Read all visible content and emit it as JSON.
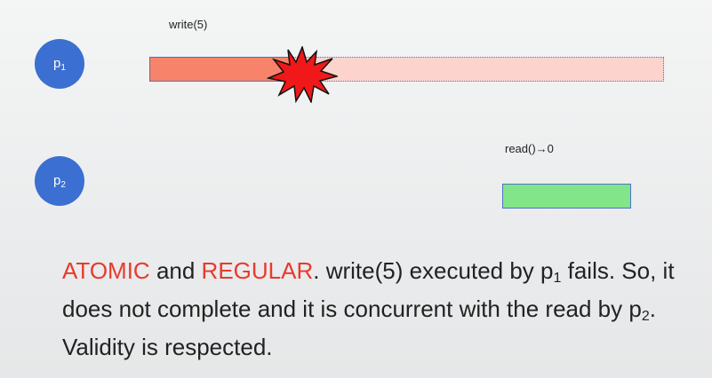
{
  "processes": {
    "p1": {
      "base": "p",
      "index": "1"
    },
    "p2": {
      "base": "p",
      "index": "2"
    }
  },
  "operations": {
    "write_label": "write(5)",
    "read_label": "read()→0"
  },
  "caption": {
    "kw1": "ATOMIC",
    "t1": " and ",
    "kw2": "REGULAR",
    "t2": ". write(5) executed by p",
    "sub1": "1",
    "t3": " fails. So, it does not complete and it is concurrent with the read by p",
    "sub2": "2",
    "t4": ". Validity is respected."
  },
  "colors": {
    "process_fill": "#3b6fd1",
    "write_done": "#f6836a",
    "write_pending": "#fcd3cd",
    "read_bar": "#83e58a",
    "crash_fill": "#f01818",
    "highlight_text": "#e83a2c"
  },
  "icons": {
    "crash": "crash-explosion-icon"
  }
}
